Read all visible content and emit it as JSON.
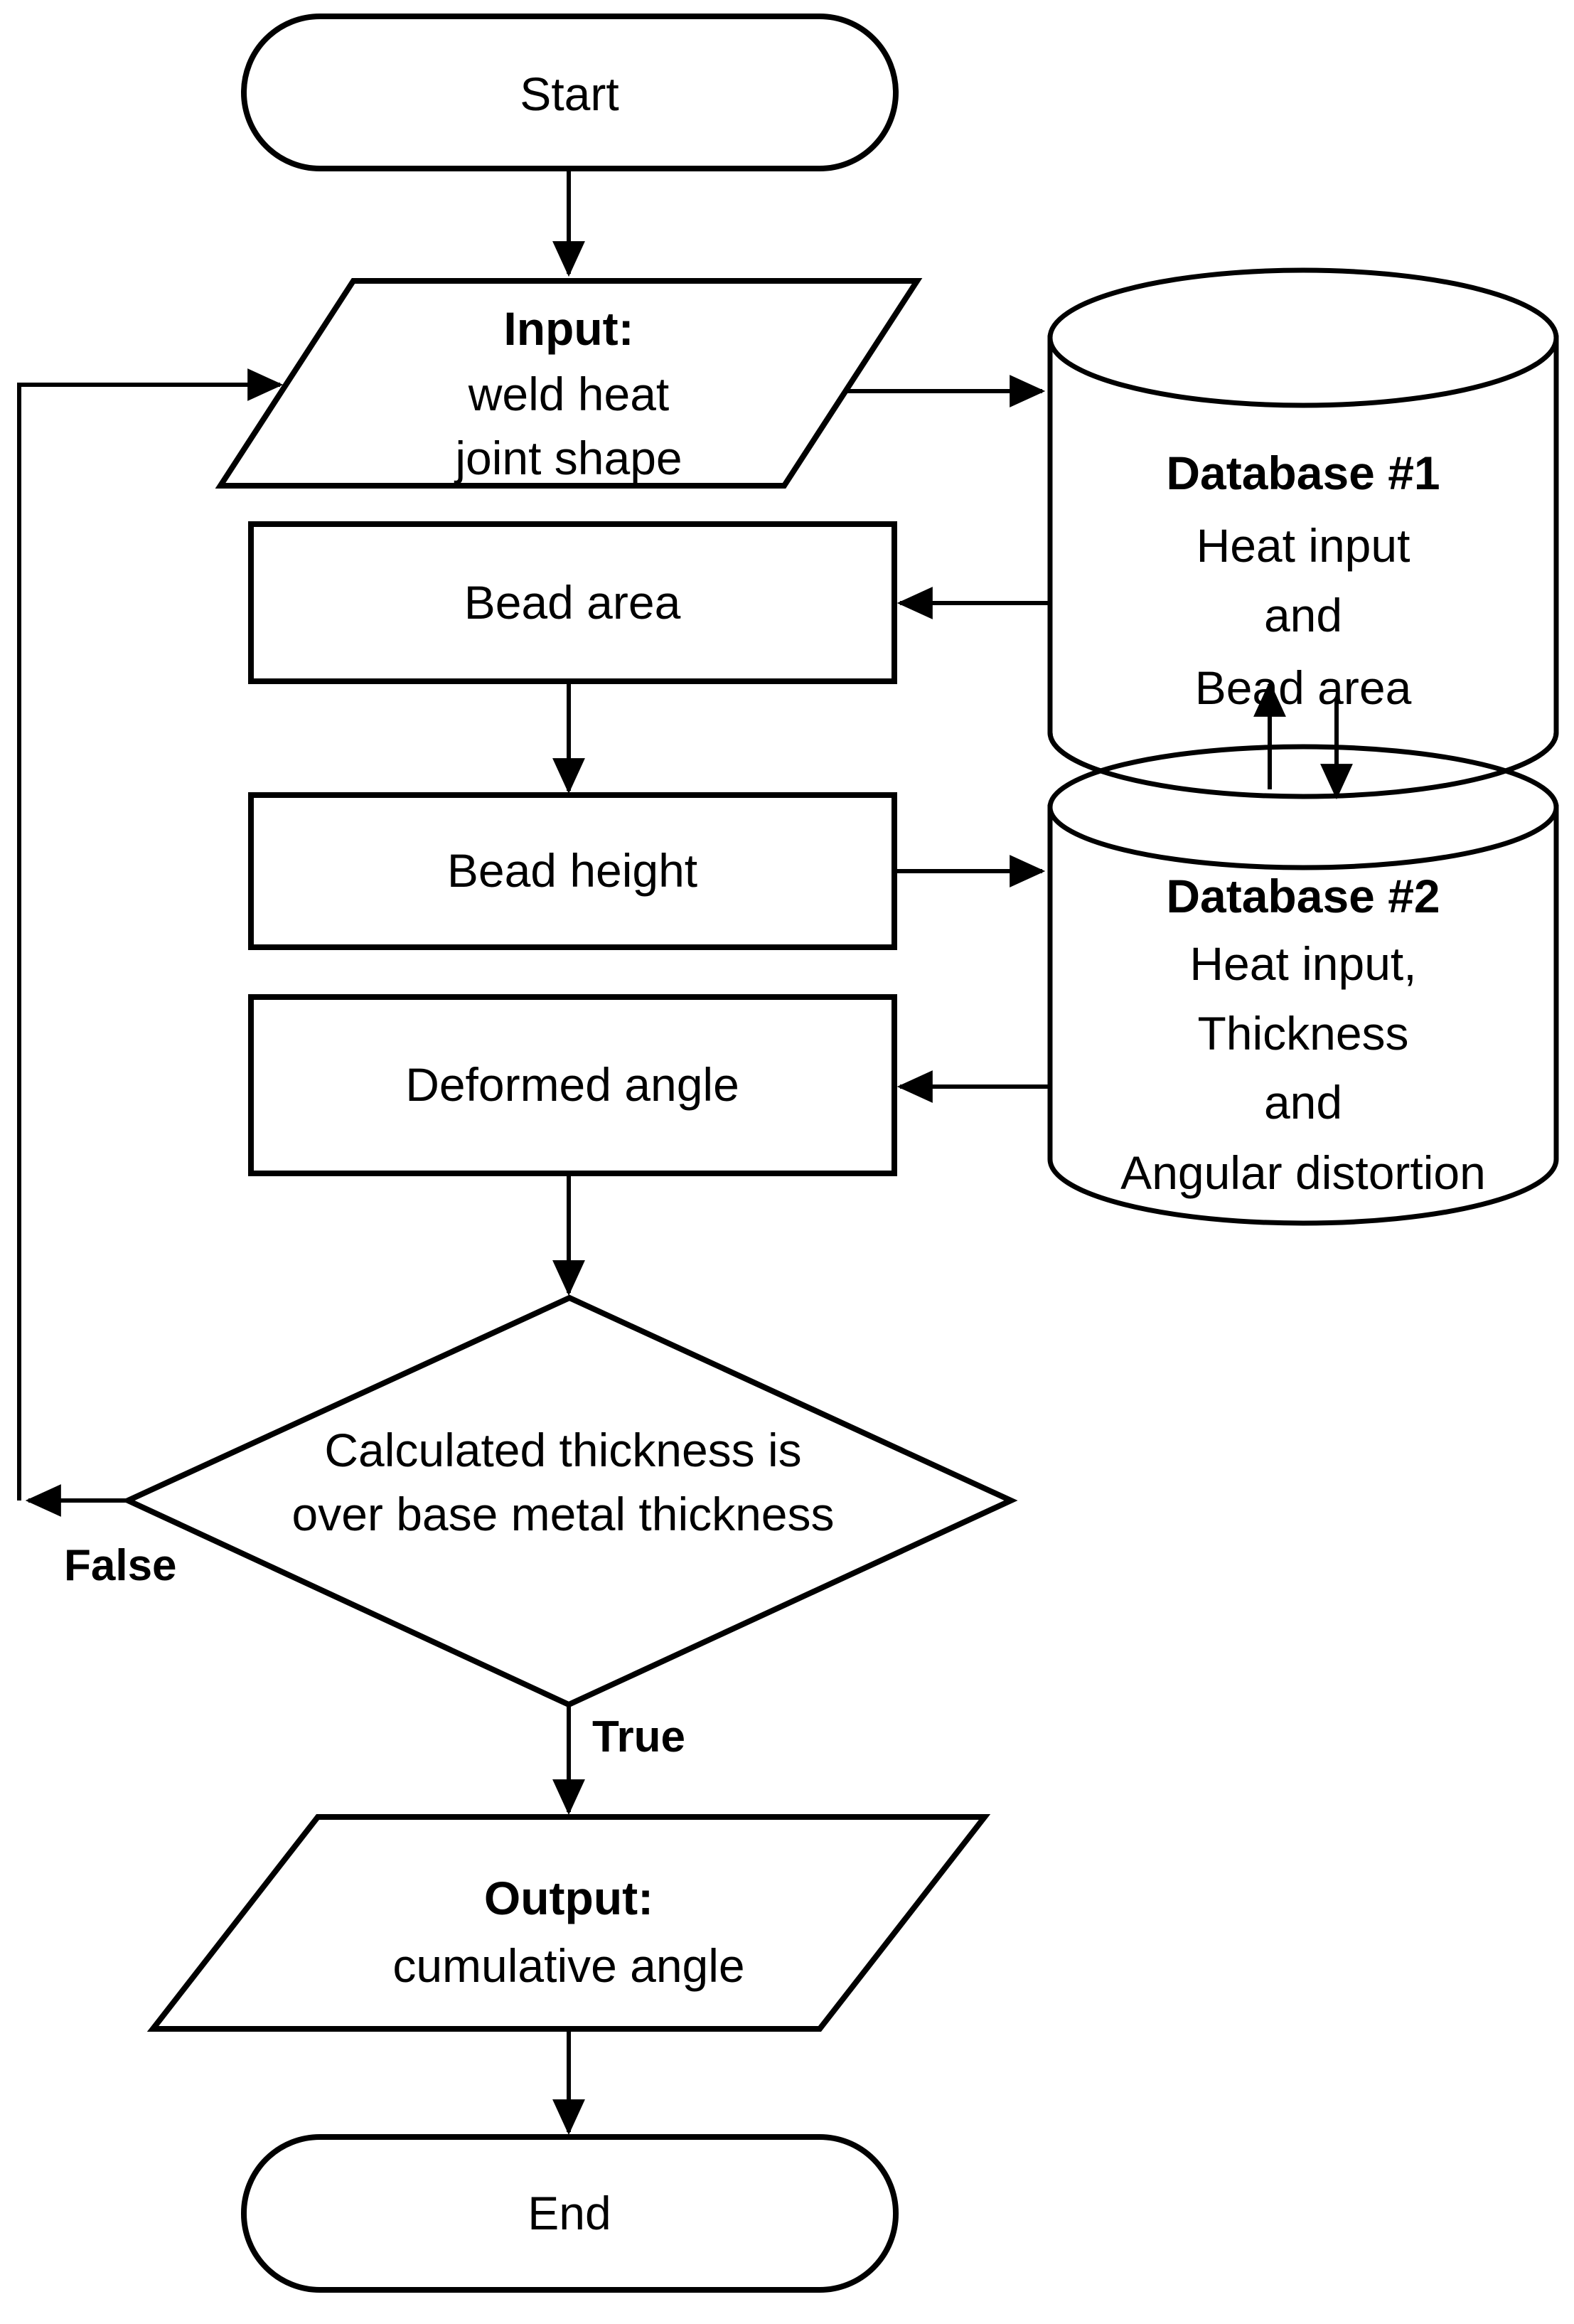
{
  "diagram": {
    "type": "flowchart",
    "background_color": "#ffffff",
    "stroke_color": "#000000",
    "fill_color": "#ffffff",
    "nodes": {
      "start": {
        "type": "terminator",
        "label": "Start"
      },
      "input": {
        "type": "input-output",
        "title": "Input:",
        "lines": [
          "weld heat",
          "joint shape"
        ]
      },
      "database1": {
        "type": "database",
        "title": "Database #1",
        "lines": [
          "Heat input",
          "and",
          "Bead area"
        ]
      },
      "bead_area": {
        "type": "process",
        "label": "Bead area"
      },
      "bead_height": {
        "type": "process",
        "label": "Bead height"
      },
      "database2": {
        "type": "database",
        "title": "Database #2",
        "lines": [
          "Heat input,",
          "Thickness",
          "and",
          "Angular distortion"
        ]
      },
      "deformed_angle": {
        "type": "process",
        "label": "Deformed angle"
      },
      "decision": {
        "type": "decision",
        "lines": [
          "Calculated thickness is",
          "over base metal thickness"
        ]
      },
      "output": {
        "type": "input-output",
        "title": "Output:",
        "lines": [
          "cumulative angle"
        ]
      },
      "end": {
        "type": "terminator",
        "label": "End"
      }
    },
    "edge_labels": {
      "false": "False",
      "true": "True"
    }
  }
}
